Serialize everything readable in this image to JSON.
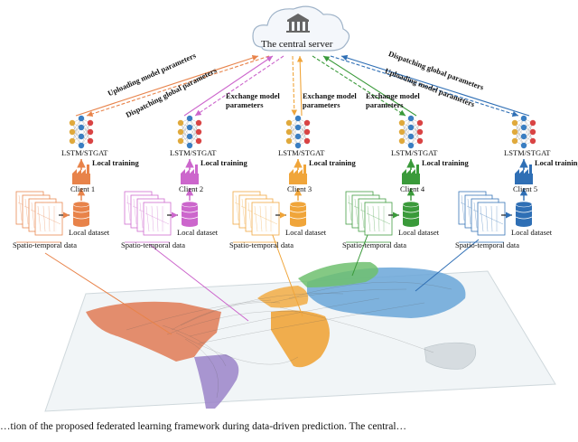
{
  "server": {
    "label": "The central server",
    "icon": "government-building-icon"
  },
  "arrows": {
    "upload": "Uploading model parameters",
    "dispatch": "Dispatching global parameters",
    "exchange": "Exchange model parameters",
    "exchange_line1": "Exchange model",
    "exchange_line2": "parameters"
  },
  "model_label": "LSTM/STGAT",
  "local_training": "Local training",
  "local_dataset": "Local dataset",
  "spatio_temporal": "Spatio-temporal data",
  "clients": [
    {
      "name": "Client 1",
      "color": "#e8834a"
    },
    {
      "name": "Client 2",
      "color": "#cc66cc"
    },
    {
      "name": "Client 3",
      "color": "#f0a53a"
    },
    {
      "name": "Client 4",
      "color": "#3a9a3a"
    },
    {
      "name": "Client 5",
      "color": "#2f6fb5"
    }
  ],
  "caption": "…tion of the proposed federated learning framework during data-driven prediction. The central…"
}
